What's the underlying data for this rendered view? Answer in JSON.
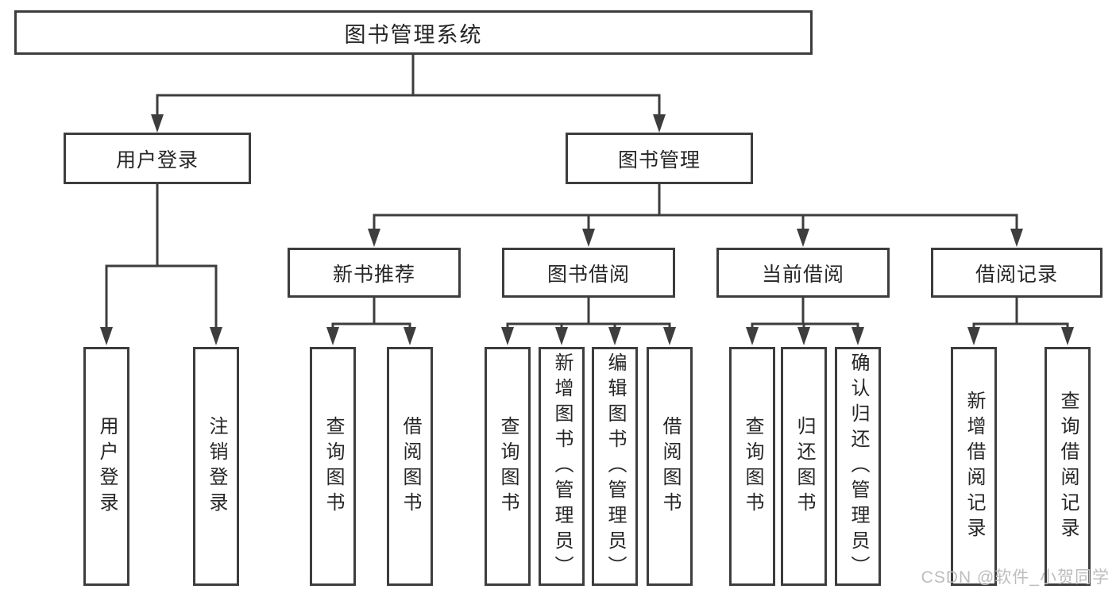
{
  "diagram": {
    "title": "图书管理系统",
    "branches": [
      {
        "label": "用户登录",
        "children": [
          "用户登录",
          "注销登录"
        ]
      },
      {
        "label": "图书管理",
        "sections": [
          {
            "label": "新书推荐",
            "children": [
              "查询图书",
              "借阅图书"
            ]
          },
          {
            "label": "图书借阅",
            "children": [
              "查询图书",
              "新增图书（管理员）",
              "编辑图书（管理员）",
              "借阅图书"
            ]
          },
          {
            "label": "当前借阅",
            "children": [
              "查询图书",
              "归还图书",
              "确认归还（管理员）"
            ]
          },
          {
            "label": "借阅记录",
            "children": [
              "新增借阅记录",
              "查询借阅记录"
            ]
          }
        ]
      }
    ]
  },
  "watermark": {
    "text": "CSDN @软件_小贺同学"
  },
  "colors": {
    "line": "#3d3d3d",
    "text": "#262626",
    "watermark": "#bdbdbd",
    "background": "#ffffff"
  }
}
